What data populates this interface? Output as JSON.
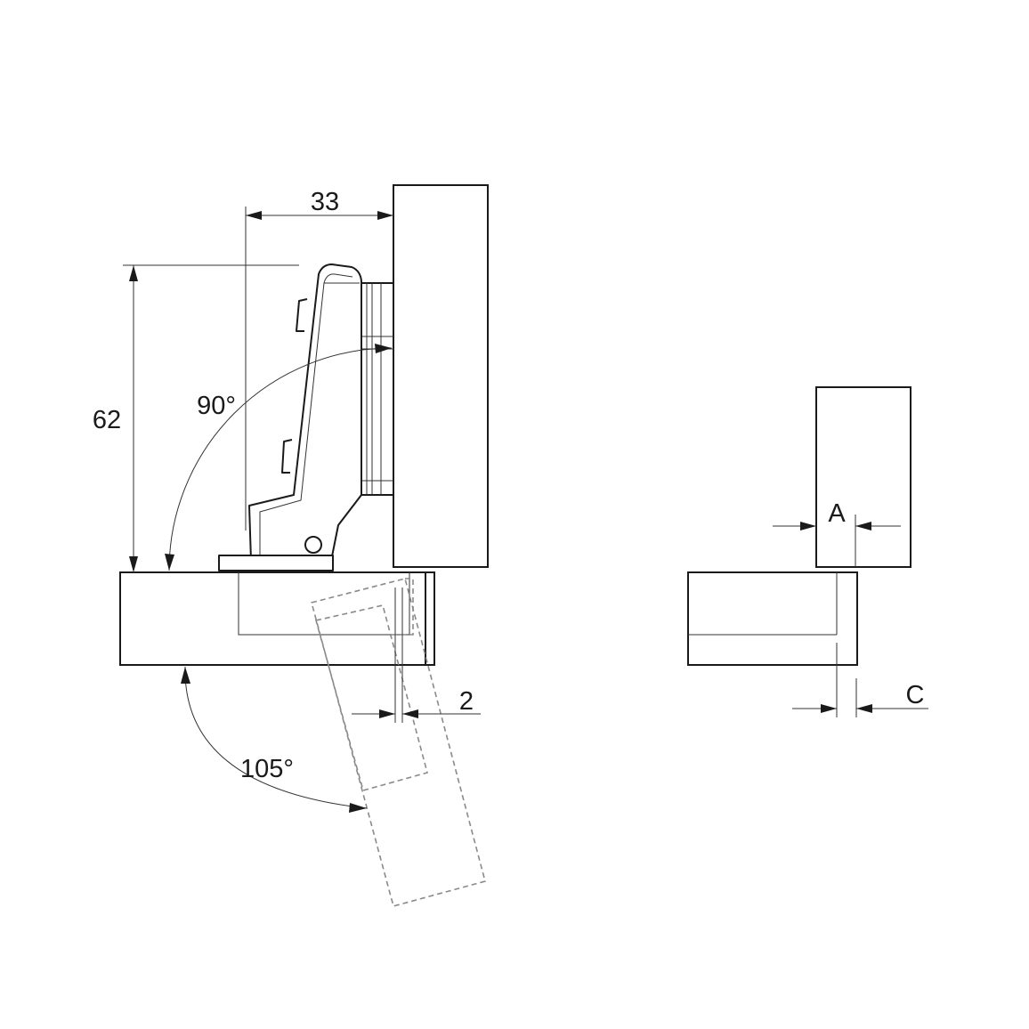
{
  "labels": {
    "dim_33": "33",
    "dim_62": "62",
    "angle_90": "90°",
    "angle_105": "105°",
    "dim_2": "2",
    "dim_a": "A",
    "dim_c": "C"
  },
  "colors": {
    "line": "#1a1a1a",
    "hidden_line": "#8a8a8a",
    "background": "#ffffff"
  }
}
